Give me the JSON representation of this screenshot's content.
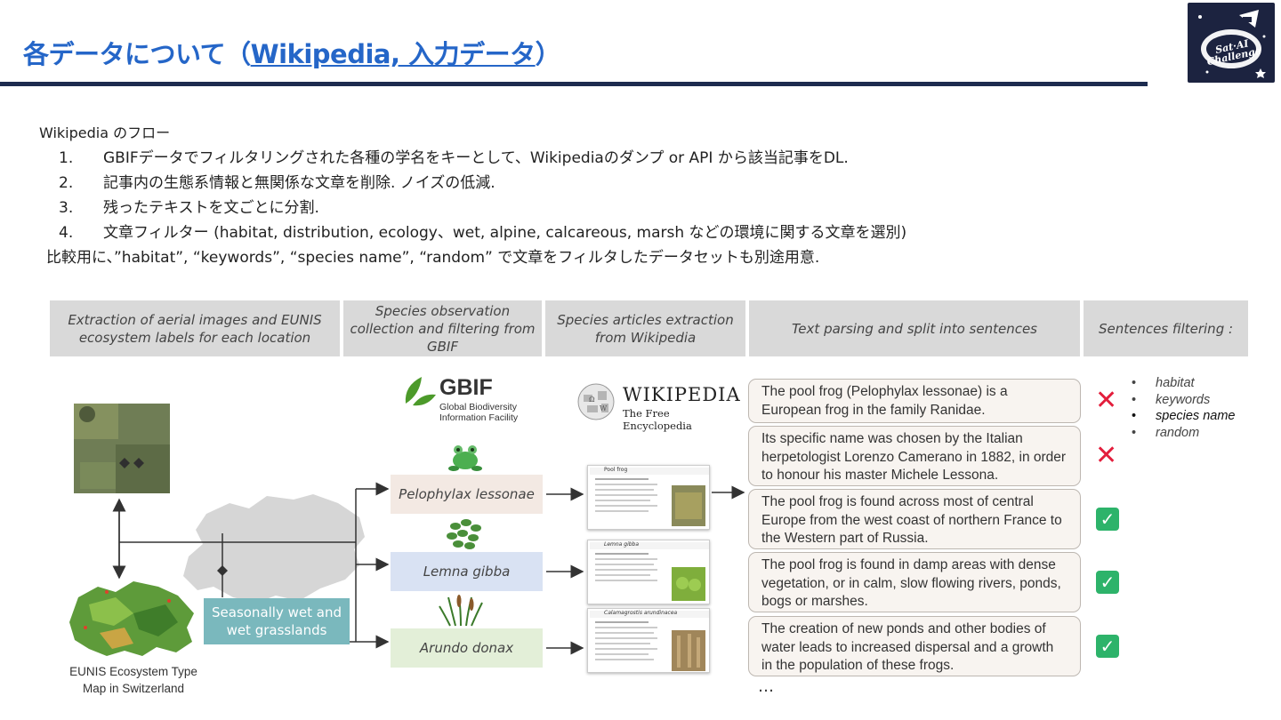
{
  "header": {
    "title_prefix": "各データについて（",
    "title_link": "Wikipedia, 入力データ",
    "title_suffix": "）"
  },
  "flow": {
    "heading": "Wikipedia のフロー",
    "steps": [
      {
        "num": "1.",
        "text": "GBIFデータでフィルタリングされた各種の学名をキーとして、Wikipediaのダンプ or API から該当記事をDL."
      },
      {
        "num": "2.",
        "text": "記事内の生態系情報と無関係な文章を削除. ノイズの低減."
      },
      {
        "num": "3.",
        "text": "残ったテキストを文ごとに分割."
      },
      {
        "num": "4.",
        "text": "文章フィルター (habitat, distribution, ecology、wet, alpine, calcareous, marsh などの環境に関する文章を選別)"
      }
    ],
    "extra": "比較用に、”habitat”, “keywords”, “species name”, “random” で文章をフィルタしたデータセットも別途用意."
  },
  "diagram": {
    "headers": [
      "Extraction of aerial images and EUNIS ecosystem labels for each location",
      "Species observation collection and filtering from GBIF",
      "Species articles extraction from  Wikipedia",
      "Text parsing and split into sentences",
      "Sentences filtering :"
    ],
    "gbif": {
      "name": "GBIF",
      "sub1": "Global Biodiversity",
      "sub2": "Information Facility"
    },
    "wiki": {
      "name": "WIKIPEDIA",
      "sub": "The Free Encyclopedia"
    },
    "species": [
      "Pelophylax lessonae",
      "Lemna gibba",
      "Arundo donax"
    ],
    "ecosystem_label": "Seasonally wet and wet grasslands",
    "eunis_caption_1": "EUNIS Ecosystem Type",
    "eunis_caption_2": "Map in Switzerland",
    "sentences": [
      {
        "text": "The pool frog (Pelophylax lessonae) is a European frog in the family Ranidae.",
        "kept": false
      },
      {
        "text": "Its specific name was chosen by the Italian herpetologist Lorenzo Camerano in 1882, in order to honour his master Michele Lessona.",
        "kept": false
      },
      {
        "text": "The pool frog is found across most of central Europe from the west coast of northern France to the Western part of Russia.",
        "kept": true
      },
      {
        "text": "The pool frog is found in damp areas with dense vegetation, or in calm, slow flowing rivers, ponds, bogs or marshes.",
        "kept": true
      },
      {
        "text": "The creation of new ponds and other bodies of water leads to increased dispersal and a growth in the population of these frogs.",
        "kept": true
      }
    ],
    "ellipsis": "…",
    "filter_keywords": [
      "habitat",
      "keywords",
      "species name",
      "random"
    ],
    "x_mark": "✕",
    "check_mark": "✓",
    "bullet": "•",
    "thumb_titles": [
      "Pool frog",
      "Lemna gibba",
      "Calamagrostis arundinacea"
    ],
    "colors": {
      "title_blue": "#2566c8",
      "rule_navy": "#1d2b4f",
      "header_grey": "#d9d9d9",
      "species_1": "#f3e9e3",
      "species_2": "#d9e2f3",
      "species_3": "#e3efd8",
      "eco_teal": "#7ab8bd",
      "reject_red": "#e31e3c",
      "accept_green": "#2db36a"
    }
  }
}
